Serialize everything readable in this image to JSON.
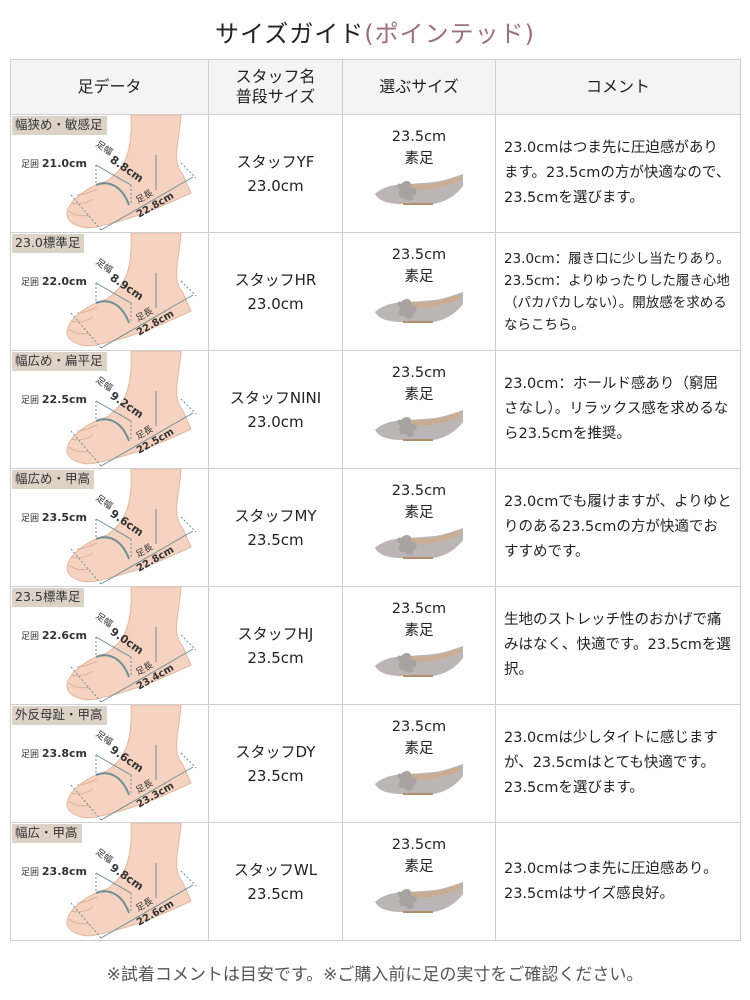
{
  "title": {
    "main": "サイズガイド",
    "accent": "(ポインテッド)",
    "accent_color": "#9c6e7e"
  },
  "table": {
    "headers": [
      "足データ",
      "スタッフ名\n普段サイズ",
      "選ぶサイズ",
      "コメント"
    ],
    "header_lines": {
      "col2_line1": "スタッフ名",
      "col2_line2": "普段サイズ"
    },
    "rows": [
      {
        "tag": "幅狭め・敏感足",
        "girth_label": "足囲",
        "girth": "21.0cm",
        "width_label": "足幅",
        "width": "8.8cm",
        "length_label": "足長",
        "length": "22.8cm",
        "staff": "スタッフYF",
        "usual": "23.0cm",
        "chosen": "23.5cm",
        "chosen_note": "素足",
        "comment": "23.0cmはつま先に圧迫感があります。23.5cmの方が快適なので、23.5cmを選びます。"
      },
      {
        "tag": "23.0標準足",
        "girth_label": "足囲",
        "girth": "22.0cm",
        "width_label": "足幅",
        "width": "8.9cm",
        "length_label": "足長",
        "length": "22.8cm",
        "staff": "スタッフHR",
        "usual": "23.0cm",
        "chosen": "23.5cm",
        "chosen_note": "素足",
        "comment": "23.0cm：履き口に少し当たりあり。23.5cm：よりゆったりした履き心地（パカパカしない）。開放感を求めるならこちら。"
      },
      {
        "tag": "幅広め・扁平足",
        "girth_label": "足囲",
        "girth": "22.5cm",
        "width_label": "足幅",
        "width": "9.2cm",
        "length_label": "足長",
        "length": "22.5cm",
        "staff": "スタッフNINI",
        "usual": "23.0cm",
        "chosen": "23.5cm",
        "chosen_note": "素足",
        "comment": "23.0cm：ホールド感あり（窮屈さなし）。リラックス感を求めるなら23.5cmを推奨。"
      },
      {
        "tag": "幅広め・甲高",
        "girth_label": "足囲",
        "girth": "23.5cm",
        "width_label": "足幅",
        "width": "9.6cm",
        "length_label": "足長",
        "length": "22.8cm",
        "staff": "スタッフMY",
        "usual": "23.5cm",
        "chosen": "23.5cm",
        "chosen_note": "素足",
        "comment": "23.0cmでも履けますが、よりゆとりのある23.5cmの方が快適でおすすめです。"
      },
      {
        "tag": "23.5標準足",
        "girth_label": "足囲",
        "girth": "22.6cm",
        "width_label": "足幅",
        "width": "9.0cm",
        "length_label": "足長",
        "length": "23.4cm",
        "staff": "スタッフHJ",
        "usual": "23.5cm",
        "chosen": "23.5cm",
        "chosen_note": "素足",
        "comment": "生地のストレッチ性のおかげで痛みはなく、快適です。23.5cmを選択。"
      },
      {
        "tag": "外反母趾・甲高",
        "girth_label": "足囲",
        "girth": "23.8cm",
        "width_label": "足幅",
        "width": "9.6cm",
        "length_label": "足長",
        "length": "23.3cm",
        "staff": "スタッフDY",
        "usual": "23.5cm",
        "chosen": "23.5cm",
        "chosen_note": "素足",
        "comment": "23.0cmは少しタイトに感じますが、23.5cmはとても快適です。23.5cmを選びます。"
      },
      {
        "tag": "幅広・甲高",
        "girth_label": "足囲",
        "girth": "23.8cm",
        "width_label": "足幅",
        "width": "9.8cm",
        "length_label": "足長",
        "length": "22.6cm",
        "staff": "スタッフWL",
        "usual": "23.5cm",
        "chosen": "23.5cm",
        "chosen_note": "素足",
        "comment": "23.0cmはつま先に圧迫感あり。23.5cmはサイズ感良好。"
      }
    ]
  },
  "footnote": "※試着コメントは目安です。※ご購入前に足の実寸をご確認ください。",
  "colors": {
    "tag_bg": "#ddd2c6",
    "header_bg": "#f4f4f4",
    "border": "#cfcfcf",
    "skin": "#f6d3c0",
    "shoe": "#b9b3b3"
  }
}
